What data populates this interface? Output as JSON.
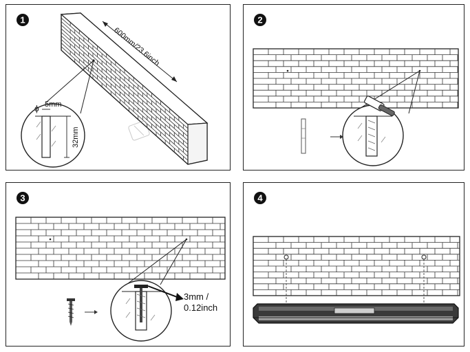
{
  "steps": [
    {
      "number": "1",
      "spacing_label": "600mm/23.6inch",
      "diameter_label": "5mm",
      "depth_label": "32mm"
    },
    {
      "number": "2"
    },
    {
      "number": "3",
      "screw_gap_line1": "3mm /",
      "screw_gap_line2": "0.12inch"
    },
    {
      "number": "4"
    }
  ],
  "icons": {
    "diameter_symbol": "ϕ",
    "step_marker": "filled-circle-number",
    "hammer": "hammer-icon",
    "anchor": "wall-anchor-icon",
    "screw": "screw-icon",
    "fixture": "light-fixture-icon"
  },
  "colors": {
    "line": "#222222",
    "fixture_body": "#3a3a3a",
    "background": "#ffffff"
  }
}
